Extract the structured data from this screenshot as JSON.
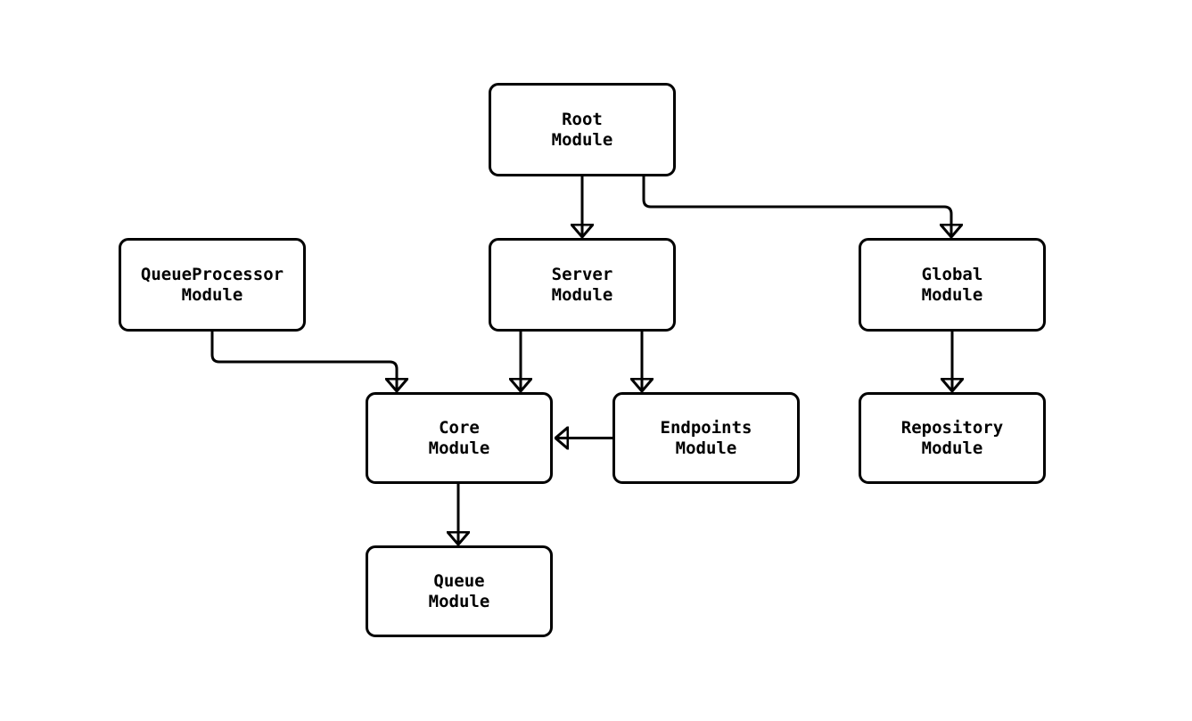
{
  "diagram": {
    "background_color": "#ffffff",
    "line_color": "#000000",
    "node_fill_color": "#ffffff",
    "nodes": [
      {
        "id": "root",
        "lines": [
          "Root",
          "Module"
        ]
      },
      {
        "id": "queueprocessor",
        "lines": [
          "QueueProcessor",
          "Module"
        ]
      },
      {
        "id": "server",
        "lines": [
          "Server",
          "Module"
        ]
      },
      {
        "id": "global",
        "lines": [
          "Global",
          "Module"
        ]
      },
      {
        "id": "core",
        "lines": [
          "Core",
          "Module"
        ]
      },
      {
        "id": "endpoints",
        "lines": [
          "Endpoints",
          "Module"
        ]
      },
      {
        "id": "repository",
        "lines": [
          "Repository",
          "Module"
        ]
      },
      {
        "id": "queue",
        "lines": [
          "Queue",
          "Module"
        ]
      }
    ],
    "edges": [
      {
        "from": "root",
        "to": "server"
      },
      {
        "from": "root",
        "to": "global"
      },
      {
        "from": "queueprocessor",
        "to": "core"
      },
      {
        "from": "server",
        "to": "core"
      },
      {
        "from": "server",
        "to": "endpoints"
      },
      {
        "from": "endpoints",
        "to": "core"
      },
      {
        "from": "global",
        "to": "repository"
      },
      {
        "from": "core",
        "to": "queue"
      }
    ]
  }
}
